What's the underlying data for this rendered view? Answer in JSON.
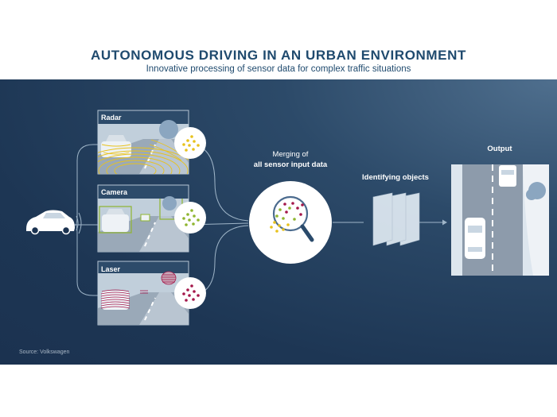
{
  "title": "AUTONOMOUS DRIVING IN AN URBAN ENVIRONMENT",
  "subtitle": "Innovative processing of sensor data for complex traffic situations",
  "sensors": [
    {
      "label": "Radar"
    },
    {
      "label": "Camera"
    },
    {
      "label": "Laser"
    }
  ],
  "merging": {
    "line1": "Merging of",
    "line2": "all sensor input data"
  },
  "identifying": "Identifying objects",
  "output": "Output",
  "source": "Source: Volkswagen",
  "colors": {
    "yellow": "#e8c21c",
    "green": "#8fb52f",
    "berry": "#a4174a",
    "line": "#9fb5c8"
  }
}
